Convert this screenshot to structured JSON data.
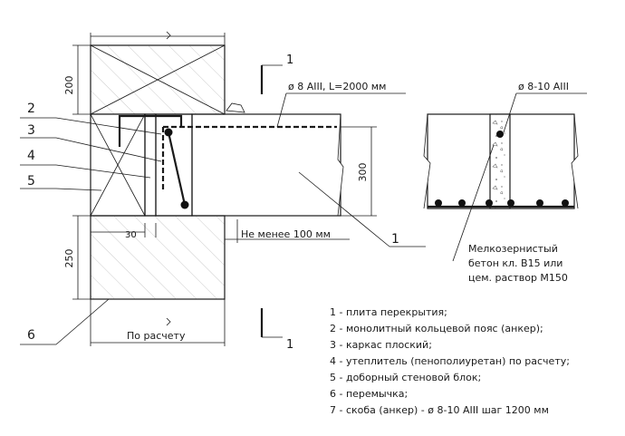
{
  "dimensions": {
    "top_block_height": "200",
    "slab_height": "300",
    "lintel_height": "250",
    "insulation_width": "30",
    "min_bearing": "Не менее 100 мм",
    "by_calculation": "По расчету"
  },
  "rebar": {
    "main": "ø 8 AIII, L=2000 мм",
    "section": "ø 8-10 AIII"
  },
  "section_mark": "1",
  "callouts": [
    "2",
    "3",
    "4",
    "5",
    "1",
    "6"
  ],
  "note": {
    "line1": "Мелкозернистый",
    "line2": "бетон кл. В15 или",
    "line3": "цем. раствор М150"
  },
  "legend": [
    "1  -  плита перекрытия;",
    "2  -  монолитный кольцевой пояс (анкер);",
    "3  -  каркас плоский;",
    "4  -  утеплитель (пенополиуретан) по расчету;",
    "5  -  доборный стеновой блок;",
    "6  -  перемычка;",
    "7  -  скоба (анкер) - ø 8-10 AIII шаг 1200 мм"
  ]
}
